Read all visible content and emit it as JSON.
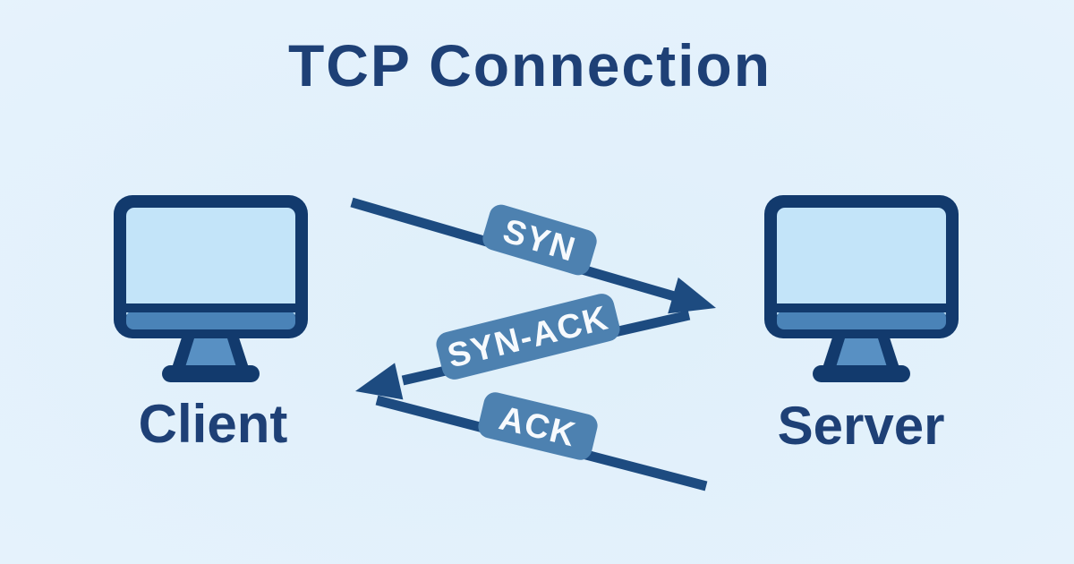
{
  "title": "TCP Connection",
  "client": {
    "label": "Client"
  },
  "server": {
    "label": "Server"
  },
  "handshake": {
    "messages": [
      {
        "label": "SYN",
        "from": "Client",
        "to": "Server"
      },
      {
        "label": "SYN-ACK",
        "from": "Server",
        "to": "Client"
      },
      {
        "label": "ACK",
        "from": "Client",
        "to": "Server"
      }
    ]
  },
  "colors": {
    "bg-light": "#edf7fe",
    "bg-mid": "#e5f2fc",
    "bg-deep": "#dfeffa",
    "navy-ink": "#1e4076",
    "navy-outline": "#123a6d",
    "navy-arrow": "#1d4b80",
    "badge-fill": "#4d81b0",
    "badge-text": "#f7fafd",
    "screen-light": "#c3e4f9",
    "screen-strip": "#4a83b8",
    "stand-fill": "#5890c3"
  }
}
